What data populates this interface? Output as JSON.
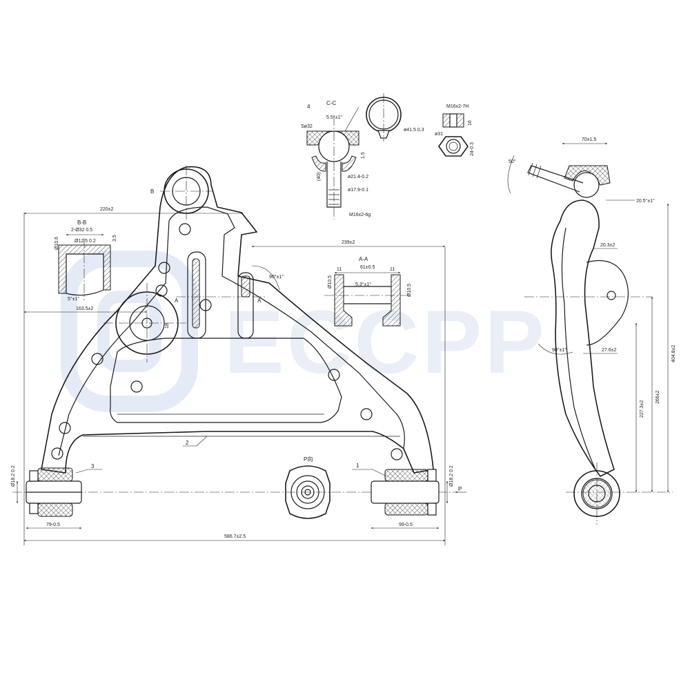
{
  "watermark": {
    "text": "ECCPP",
    "color": "#c6d3ea"
  },
  "main_view": {
    "dims": {
      "width_upper": "220±2",
      "width_right": "239±2",
      "width_left_lower": "163.5±2",
      "overall": "586.7±2.5",
      "left_bushing": "79-0.5",
      "right_bushing": "99-0.5",
      "left_bushing_dia": "Ø18.2 0.2",
      "right_bushing_dia": "Ø18.2 0.2",
      "angle": "90°±1°",
      "ball_sub": "18"
    },
    "section_marks": {
      "a_left": "A",
      "a_right": "A",
      "p_mark": "P",
      "p_view": "P向",
      "b_mark": "B"
    },
    "callouts": {
      "one": "1",
      "two": "2",
      "three": "3"
    }
  },
  "section_bb": {
    "title": "B-B",
    "dims": {
      "holes": "2-Ø32 0.5",
      "inner": "Ø12.5 0.2",
      "top": "3.5",
      "side": "Ø10.6",
      "angle": "5°±1°"
    }
  },
  "section_aa": {
    "title": "A-A",
    "dims": {
      "left": "11",
      "right": "11",
      "mid": "61±0.5",
      "angle": "5.3°±1°",
      "side_left": "Ø10.5",
      "side_right": "Ø10.5"
    }
  },
  "section_cc": {
    "title": "C-C",
    "callout": "4",
    "dims": {
      "sphere": "Sø32",
      "angle": "5.5°±1°",
      "snap": "ø41.5 0.3",
      "neck": "ø21.4-0.2",
      "shank": "ø17.9-0.1",
      "len": "1.5",
      "taper": "(40)",
      "thread": "M16x2-6g"
    }
  },
  "nut_view": {
    "dims": {
      "thread": "M16x2-7H",
      "height": "16",
      "flat": "ø31",
      "hex": "24-0.3"
    }
  },
  "side_view": {
    "dims": {
      "arm": "70±1.5",
      "angle_top": "50°",
      "tilt": "20.5°±1°",
      "offset_top": "20.3±2",
      "offset_mid": "27.6±2",
      "angle_mid": "90°±1°",
      "height_a": "227.3±2",
      "height_b": "266±2",
      "height_total": "404.8±2"
    }
  }
}
